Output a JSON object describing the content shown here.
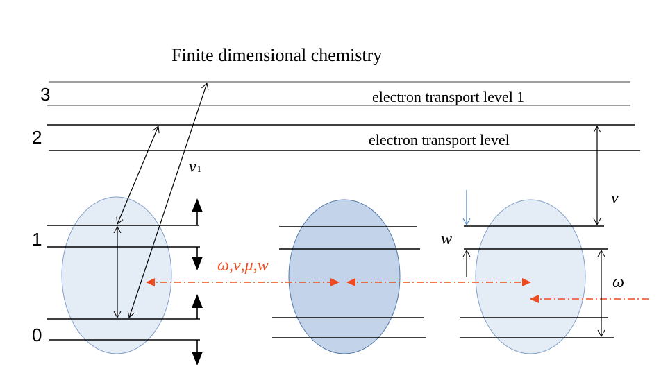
{
  "diagram": {
    "title": "Finite dimensional chemistry",
    "level_numbers": [
      "3",
      "2",
      "1",
      "0"
    ],
    "transport_labels": {
      "level1": "electron transport level 1",
      "level": "electron transport level"
    },
    "symbols": {
      "nu": "ν",
      "nu_sub": "1",
      "nu_right": "ν",
      "w": "w",
      "omega": "ω",
      "coupling": "ω,ν,μ,w"
    },
    "colors": {
      "ellipse_light": "#e4ecf6",
      "ellipse_dark": "#c3d4ea",
      "ellipse_stroke": "#7f9fc6",
      "arrow_red": "#ee4b20",
      "line": "#000000"
    }
  }
}
